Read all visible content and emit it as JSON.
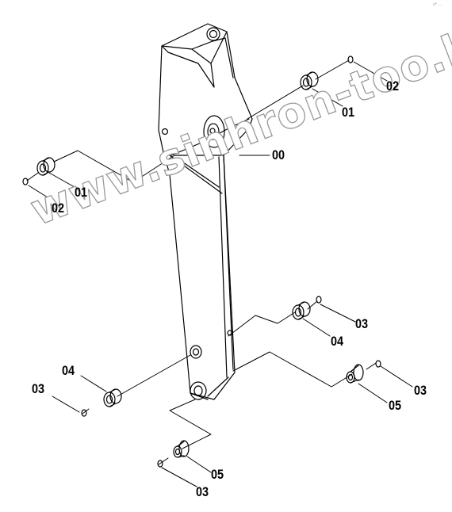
{
  "diagram": {
    "watermark": "www.sinhron-too.kz",
    "corner_mark": "s* ...",
    "callouts": [
      {
        "id": "lbl-00-arm",
        "text": "00"
      },
      {
        "id": "lbl-01-top",
        "text": "01"
      },
      {
        "id": "lbl-02-top",
        "text": "02"
      },
      {
        "id": "lbl-01-left",
        "text": "01"
      },
      {
        "id": "lbl-02-left",
        "text": "02"
      },
      {
        "id": "lbl-03-right-mid",
        "text": "03"
      },
      {
        "id": "lbl-04-right-mid",
        "text": "04"
      },
      {
        "id": "lbl-04-left",
        "text": "04"
      },
      {
        "id": "lbl-03-left",
        "text": "03"
      },
      {
        "id": "lbl-03-right-low",
        "text": "03"
      },
      {
        "id": "lbl-05-right",
        "text": "05"
      },
      {
        "id": "lbl-05-bottom",
        "text": "05"
      },
      {
        "id": "lbl-03-bottom",
        "text": "03"
      }
    ]
  }
}
